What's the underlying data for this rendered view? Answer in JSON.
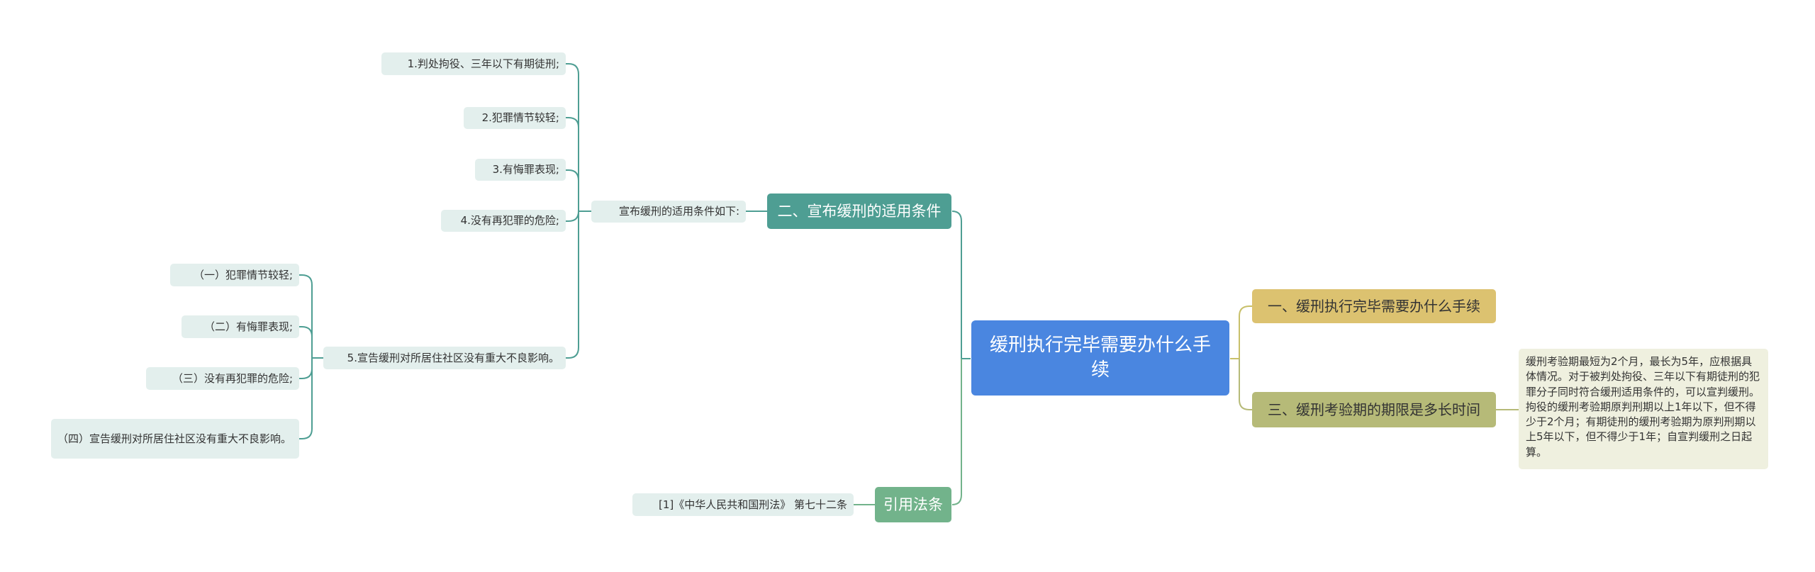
{
  "root": {
    "label": "缓刑执行完毕需要办什么手续"
  },
  "colors": {
    "root": "#4a86e0",
    "branch_conditions": "#4e9e93",
    "branch_citation": "#72b38b",
    "branch_procedure": "#dcc270",
    "branch_probation": "#b6ba78",
    "leaf": "#e3efed",
    "note": "#eff0df",
    "connector_left": "#4e9e93",
    "connector_right": "#c8c06a"
  },
  "branches": {
    "conditions": {
      "label": "二、宣布缓刑的适用条件",
      "intro": "宣布缓刑的适用条件如下:",
      "items": [
        "1.判处拘役、三年以下有期徒刑;",
        "2.犯罪情节较轻;",
        "3.有悔罪表现;",
        "4.没有再犯罪的危险;",
        "5.宣告缓刑对所居住社区没有重大不良影响。"
      ],
      "sub_items": [
        "（一）犯罪情节较轻;",
        "（二）有悔罪表现;",
        "（三）没有再犯罪的危险;",
        "（四）宣告缓刑对所居住社区没有重大不良影响。"
      ]
    },
    "citation": {
      "label": "引用法条",
      "items": [
        "[1]《中华人民共和国刑法》 第七十二条"
      ]
    },
    "procedure": {
      "label": "一、缓刑执行完毕需要办什么手续"
    },
    "probation": {
      "label": "三、缓刑考验期的期限是多长时间",
      "note": "缓刑考验期最短为2个月，最长为5年，应根据具体情况。对于被判处拘役、三年以下有期徒刑的犯罪分子同时符合缓刑适用条件的，可以宣判缓刑。拘役的缓刑考验期原判刑期以上1年以下，但不得少于2个月；有期徒刑的缓刑考验期为原判刑期以上5年以下，但不得少于1年；自宣判缓刑之日起算。"
    }
  }
}
